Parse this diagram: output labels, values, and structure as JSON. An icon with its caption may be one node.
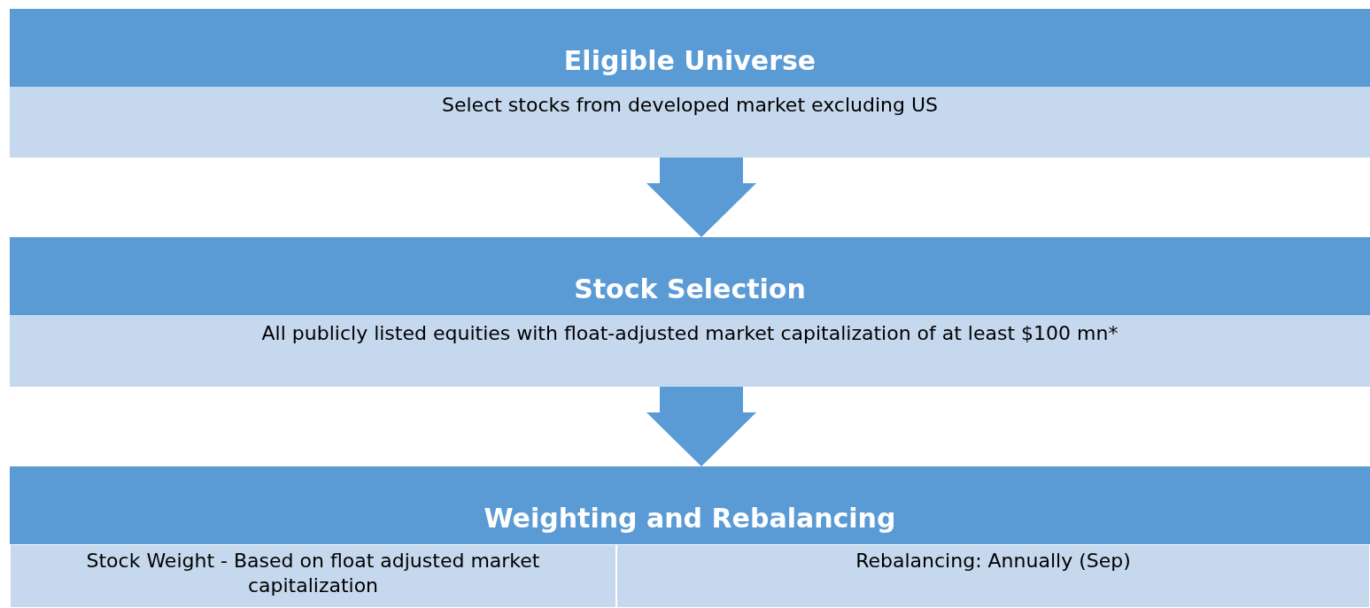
{
  "diagram": {
    "nodes": [
      {
        "text": [
          "Eligible Universe",
          "Select stocks from developed market excluding US"
        ]
      },
      {
        "text": [
          "Stock Selection",
          "All publicly listed equities with float-adjusted market capitalization of at least $100 mn*"
        ]
      },
      {
        "text": [
          "Weighting and Rebalancing"
        ]
      },
      {
        "text": [
          "Stock Weight - Based on float adjusted market capitalization"
        ],
        "in": 2
      },
      {
        "text": [
          "Rebalancing: Annually (Sep)"
        ],
        "in": 2
      }
    ],
    "edges": [
      {
        "from": 0,
        "to": 1,
        "arrow": "to"
      },
      {
        "from": 1,
        "to": 2,
        "arrow": "to"
      }
    ]
  }
}
